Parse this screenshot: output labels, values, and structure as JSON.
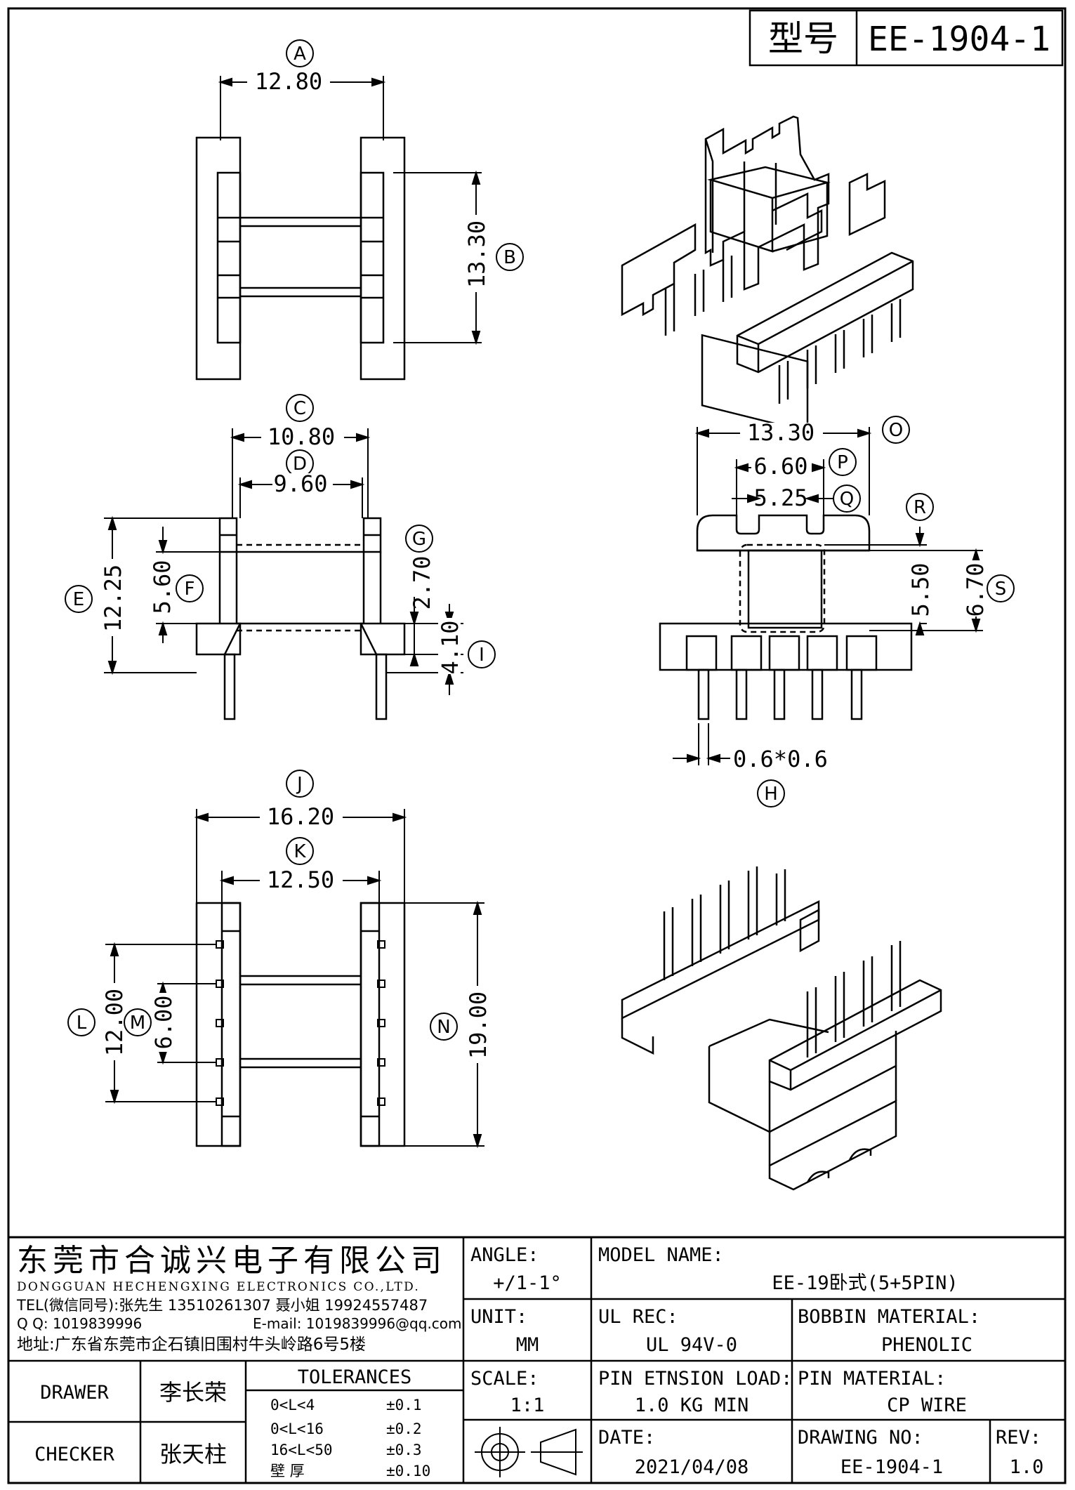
{
  "title_block": {
    "model_label": "型号",
    "model_value": "EE-1904-1"
  },
  "dimensions": {
    "A": {
      "letter": "A",
      "value": "12.80"
    },
    "B": {
      "letter": "B",
      "value": "13.30"
    },
    "C": {
      "letter": "C",
      "value": "10.80"
    },
    "D": {
      "letter": "D",
      "value": "9.60"
    },
    "E": {
      "letter": "E",
      "value": "12.25"
    },
    "F": {
      "letter": "F",
      "value": "5.60"
    },
    "G": {
      "letter": "G",
      "value": "2.70"
    },
    "I": {
      "letter": "I",
      "value": "4.10"
    },
    "O": {
      "letter": "O",
      "value": "13.30"
    },
    "P": {
      "letter": "P",
      "value": "6.60"
    },
    "Q": {
      "letter": "Q",
      "value": "5.25"
    },
    "R": {
      "letter": "R",
      "value": ""
    },
    "S": {
      "letter": "S",
      "value": "6.70"
    },
    "S2": {
      "letter": "",
      "value": "5.50"
    },
    "H": {
      "letter": "H",
      "value": "0.6*0.6"
    },
    "J": {
      "letter": "J",
      "value": "16.20"
    },
    "K": {
      "letter": "K",
      "value": "12.50"
    },
    "L": {
      "letter": "L",
      "value": "12.00"
    },
    "M": {
      "letter": "M",
      "value": "6.00"
    },
    "N": {
      "letter": "N",
      "value": "19.00"
    }
  },
  "company": {
    "name_cn": "东莞市合诚兴电子有限公司",
    "name_en": "DONGGUAN HECHENGXING ELECTRONICS CO.,LTD.",
    "tel": "TEL(微信同号):张先生 13510261307 聂小姐 19924557487",
    "qq": "Q Q: 1019839996",
    "email": "E-mail: 1019839996@qq.com",
    "address": "地址:广东省东莞市企石镇旧围村牛头岭路6号5楼"
  },
  "fields": {
    "angle_label": "ANGLE:",
    "angle_value": "+/1-1°",
    "model_name_label": "MODEL NAME:",
    "model_name_value": "EE-19卧式(5+5PIN)",
    "unit_label": "UNIT:",
    "unit_value": "MM",
    "ul_label": "UL REC:",
    "ul_value": "UL 94V-0",
    "bobbin_label": "BOBBIN MATERIAL:",
    "bobbin_value": "PHENOLIC",
    "scale_label": "SCALE:",
    "scale_value": "1:1",
    "pin_load_label": "PIN ETNSION LOAD:",
    "pin_load_value": "1.0 KG MIN",
    "pin_material_label": "PIN MATERIAL:",
    "pin_material_value": "CP WIRE",
    "date_label": "DATE:",
    "date_value": "2021/04/08",
    "drawing_no_label": "DRAWING NO:",
    "drawing_no_value": "EE-1904-1",
    "rev_label": "REV:",
    "rev_value": "1.0"
  },
  "people": {
    "drawer_label": "DRAWER",
    "drawer_value": "李长荣",
    "checker_label": "CHECKER",
    "checker_value": "张天柱"
  },
  "tolerances": {
    "title": "TOLERANCES",
    "rows": [
      {
        "range": "0<L<4",
        "value": "±0.1"
      },
      {
        "range": "0<L<16",
        "value": "±0.2"
      },
      {
        "range": "16<L<50",
        "value": "±0.3"
      },
      {
        "range": "壁   厚",
        "value": "±0.10"
      }
    ]
  }
}
